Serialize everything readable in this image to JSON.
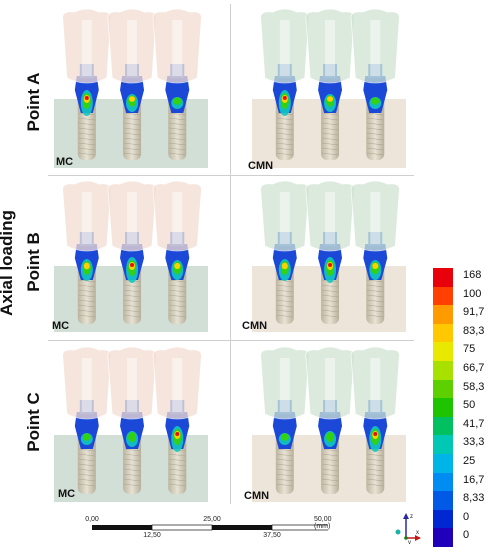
{
  "panel_rows": [
    {
      "label": "Point A",
      "mc_tag": "MC",
      "cmn_tag": "CMN"
    },
    {
      "label": "Point B",
      "mc_tag": "MC",
      "cmn_tag": "CMN"
    },
    {
      "label": "Point C",
      "mc_tag": "MC",
      "cmn_tag": "CMN"
    }
  ],
  "side_label": "Axial loading",
  "models": {
    "MC": {
      "crown_color": "#f3ddd2",
      "bone_color": "#c9d9cf"
    },
    "CMN": {
      "crown_color": "#cfe3d2",
      "bone_color": "#eadfd3"
    }
  },
  "legend": {
    "values": [
      "168",
      "100",
      "91,7",
      "83,3",
      "75",
      "66,7",
      "58,3",
      "50",
      "41,7",
      "33,3",
      "25",
      "16,7",
      "8,33",
      "0",
      "0"
    ],
    "colors": [
      "#e8000a",
      "#ff4000",
      "#ff9a00",
      "#ffc800",
      "#e8e800",
      "#a8e000",
      "#5cd000",
      "#1ec400",
      "#00c060",
      "#00c8b4",
      "#00b4e8",
      "#008cf0",
      "#005ae6",
      "#0028d2",
      "#2000b8"
    ]
  },
  "scale_bar": {
    "top_labels": [
      "0,00",
      "25,00",
      "50,00 (mm)"
    ],
    "bottom_labels": [
      "12,50",
      "37,50"
    ]
  },
  "axes": {
    "z": "z",
    "x": "x",
    "y": "y"
  }
}
